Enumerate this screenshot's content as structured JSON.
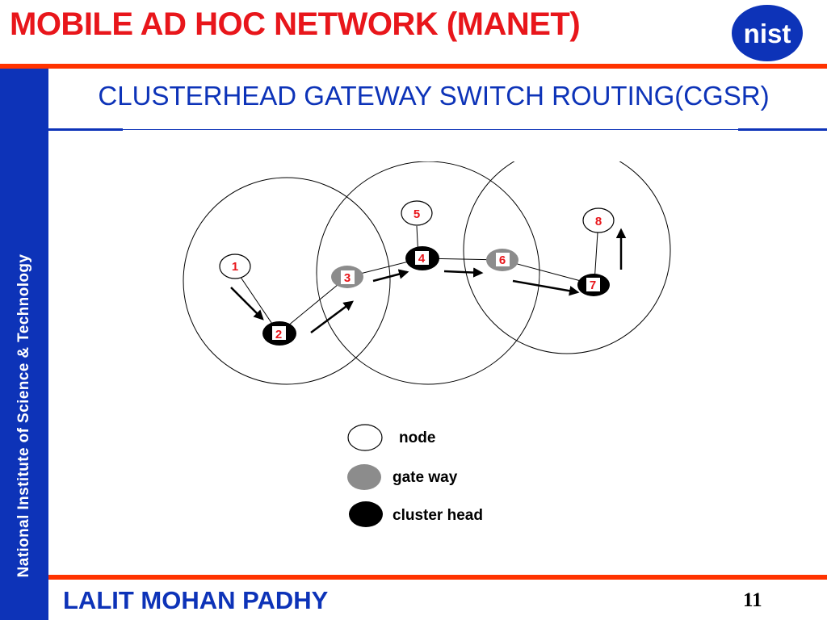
{
  "header": {
    "title": "MOBILE AD HOC NETWORK (MANET)",
    "logo_text": "nist"
  },
  "sidebar": {
    "text": "National Institute of Science & Technology"
  },
  "slide": {
    "subtitle": "CLUSTERHEAD GATEWAY SWITCH ROUTING(CGSR)"
  },
  "diagram": {
    "nodes": [
      {
        "id": "1",
        "type": "node"
      },
      {
        "id": "2",
        "type": "cluster head"
      },
      {
        "id": "3",
        "type": "gate way"
      },
      {
        "id": "4",
        "type": "cluster head"
      },
      {
        "id": "5",
        "type": "node"
      },
      {
        "id": "6",
        "type": "gate way"
      },
      {
        "id": "7",
        "type": "cluster head"
      },
      {
        "id": "8",
        "type": "node"
      }
    ],
    "legend": [
      {
        "label": "node",
        "kind": "node"
      },
      {
        "label": "gate way",
        "kind": "gateway"
      },
      {
        "label": "cluster head",
        "kind": "cluster-head"
      }
    ],
    "colors": {
      "node": "#ffffff",
      "gateway": "#8c8c8c",
      "cluster_head": "#000000",
      "label": "#e8161b"
    }
  },
  "footer": {
    "author": "LALIT MOHAN PADHY",
    "page_number": "11"
  },
  "colors": {
    "title": "#e8161b",
    "accent_bar": "#ff3300",
    "brand_blue": "#0d33b8"
  }
}
